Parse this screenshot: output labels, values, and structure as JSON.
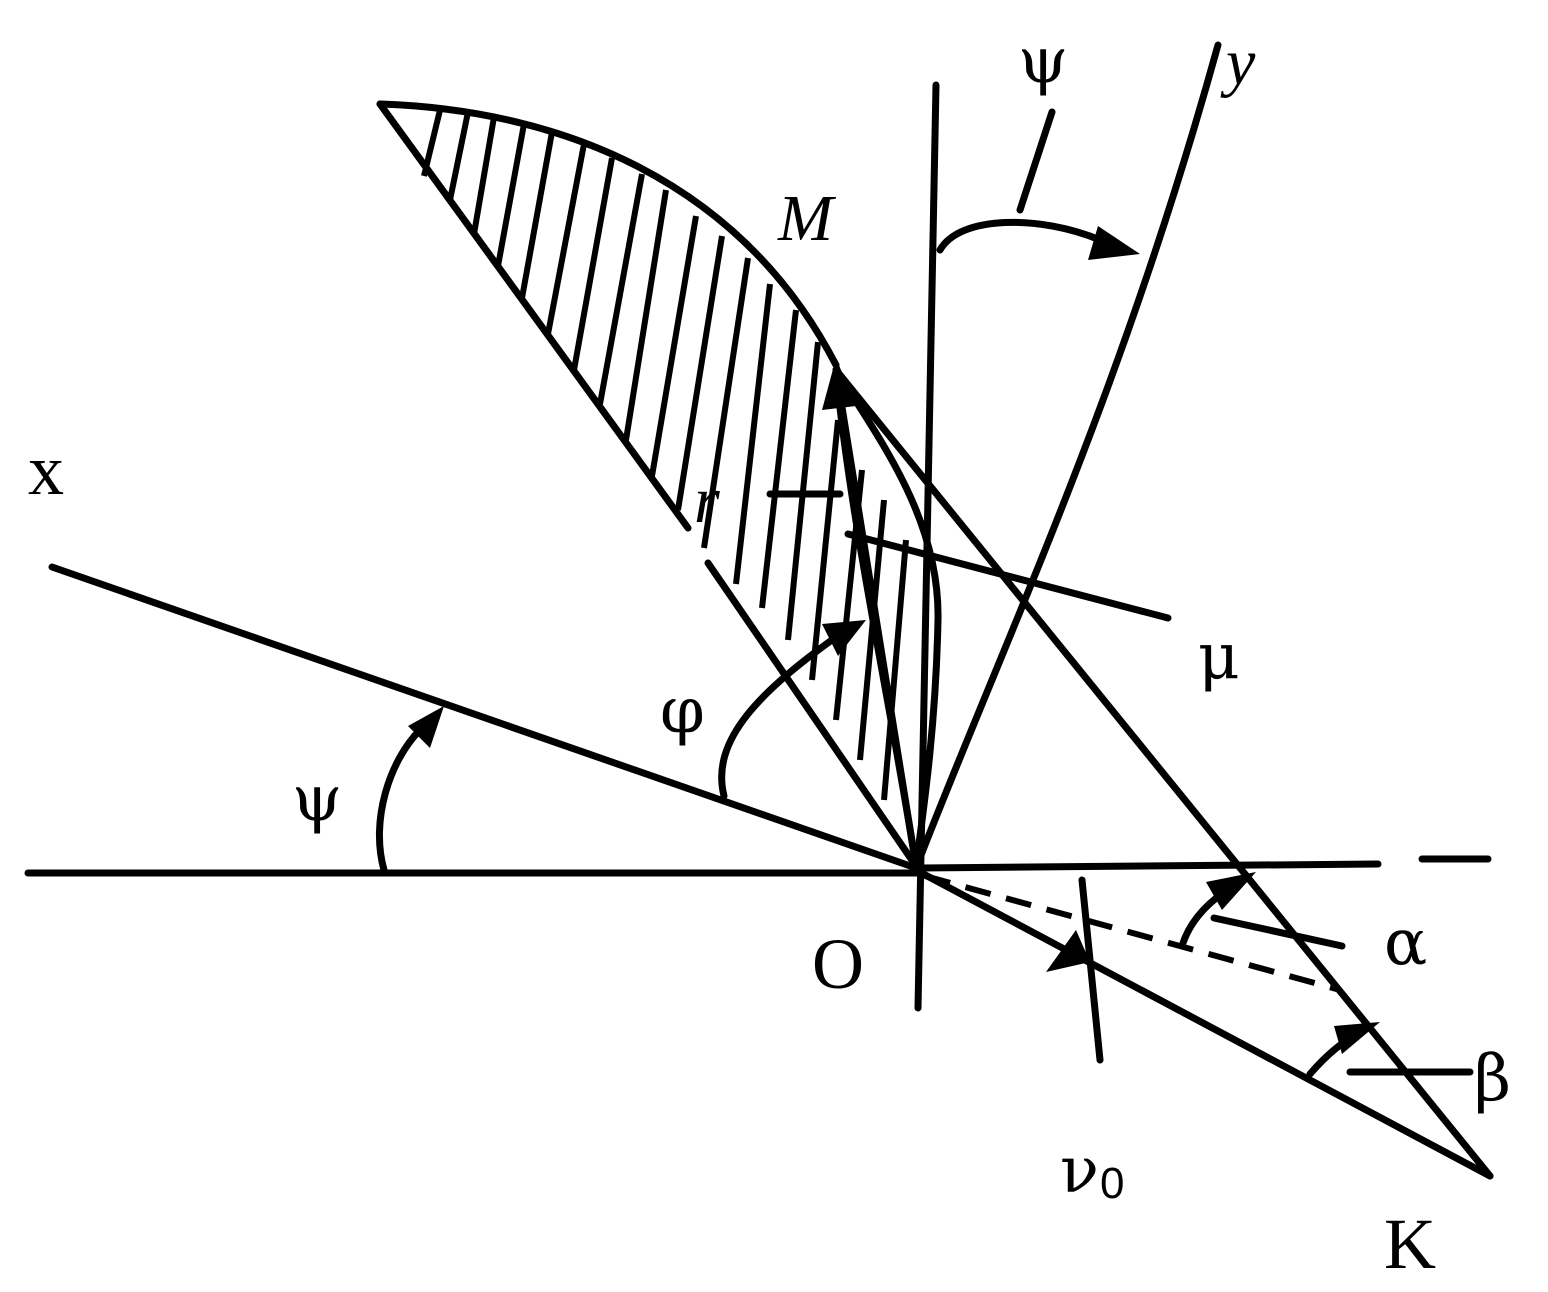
{
  "labels": {
    "x": "x",
    "y": "y",
    "M": "M",
    "r": "r",
    "O": "O",
    "K": "K",
    "psi_top": "ψ",
    "psi_left": "ψ",
    "phi": "φ",
    "mu": "μ",
    "alpha": "α",
    "beta": "β",
    "nu": "ν",
    "nu_sub": "0"
  }
}
